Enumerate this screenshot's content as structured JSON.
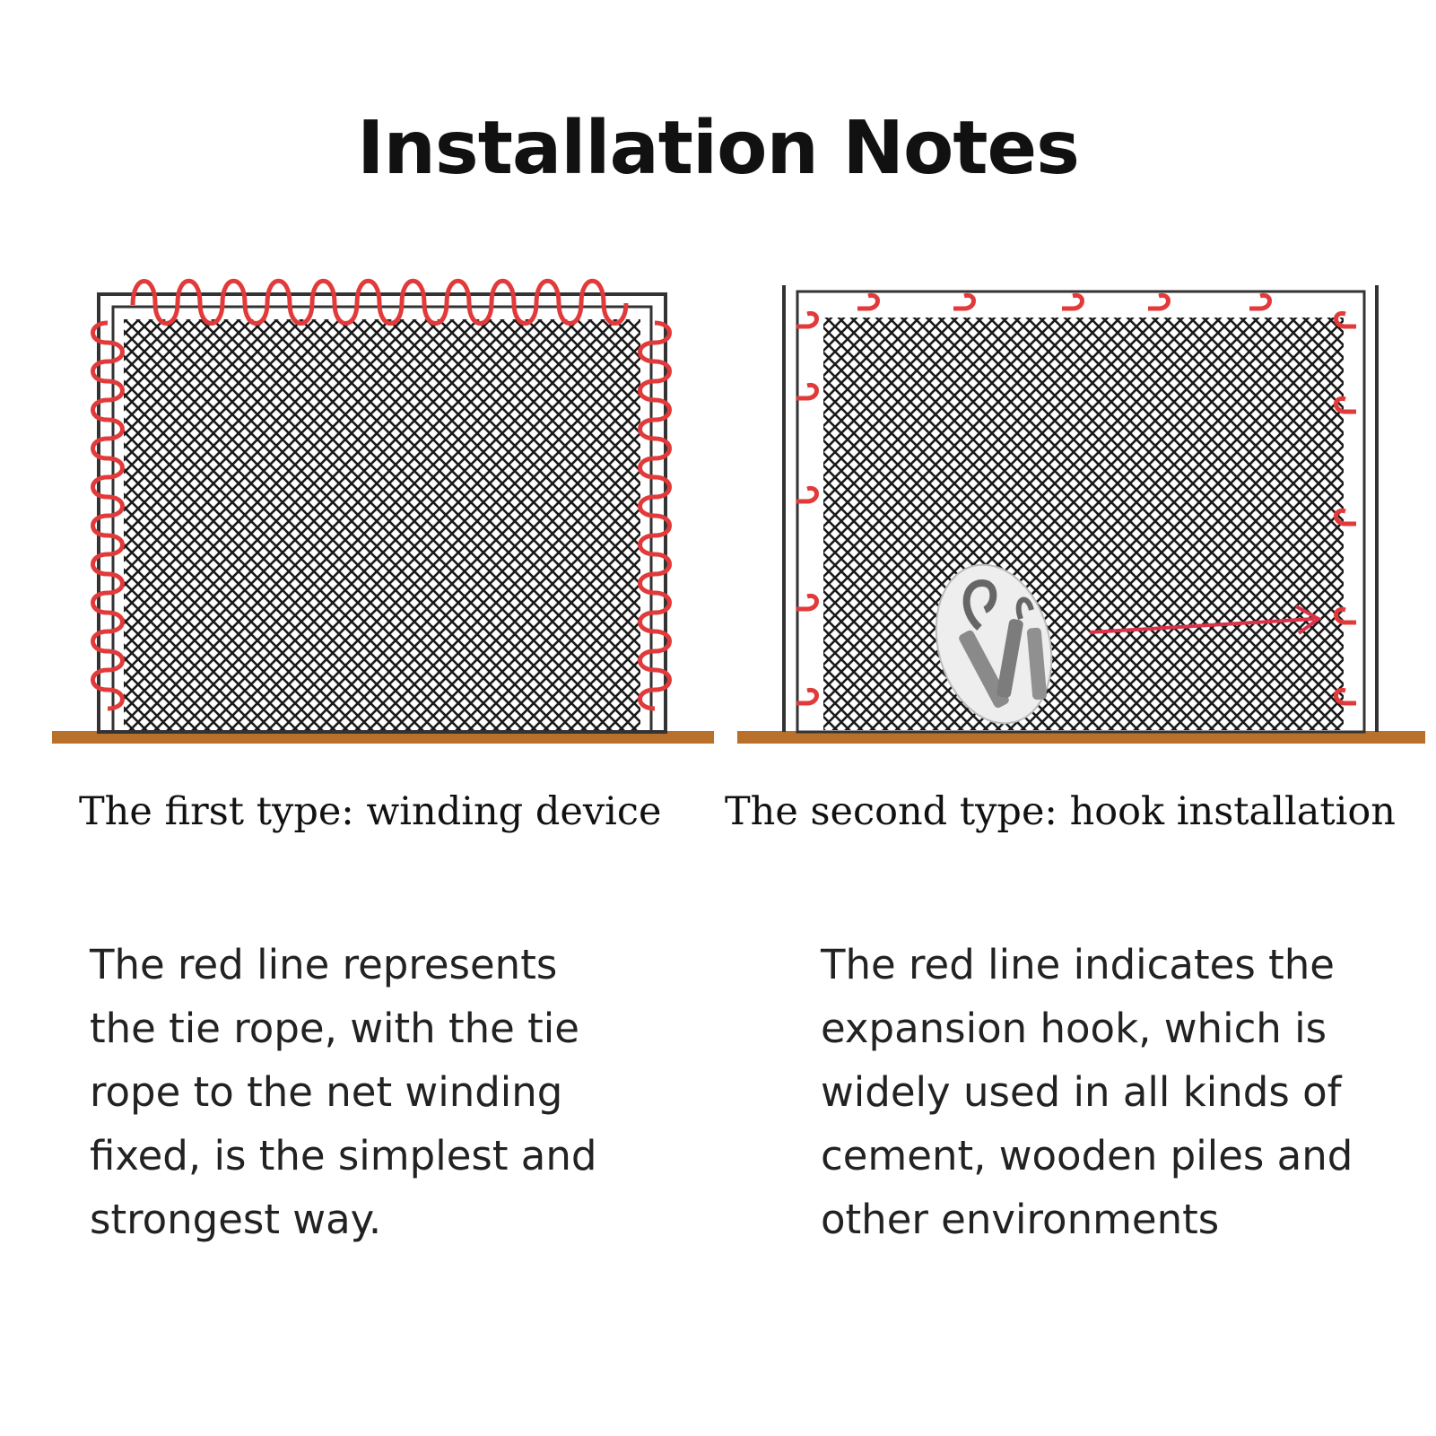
{
  "title": "Installation Notes",
  "left_panel": {
    "caption": "The first type: winding device",
    "description": "The red line represents\nthe tie rope, with the tie\nrope to the net winding\nfixed, is the simplest and\nstrongest way."
  },
  "right_panel": {
    "caption": "The second type: hook installation",
    "description": "The red line indicates the\nexpansion hook, which is\nwidely used in all kinds of\ncement, wooden piles and\nother environments"
  },
  "colors": {
    "rope": "#e23a3a",
    "ground": "#b8702a",
    "frame": "#333333",
    "mesh": "#1a1a1a"
  }
}
